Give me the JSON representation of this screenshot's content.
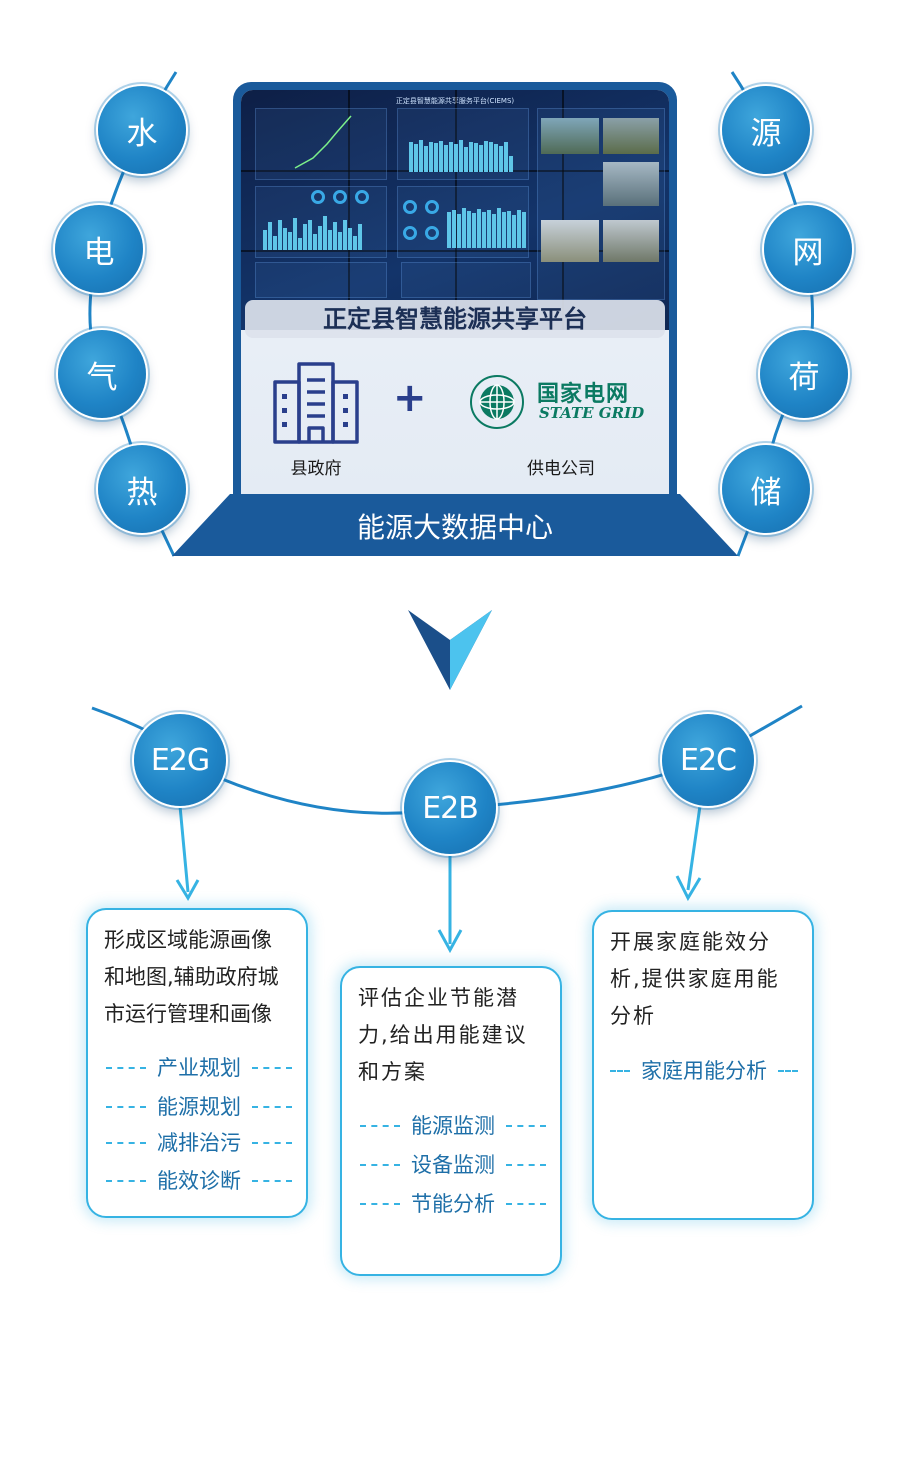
{
  "left_nodes": [
    "水",
    "电",
    "气",
    "热"
  ],
  "right_nodes": [
    "源",
    "网",
    "荷",
    "储"
  ],
  "platform": {
    "screen_title": "正定县智慧能源共享服务平台(CIEMS)",
    "banner": "正定县智慧能源共享平台",
    "plus": "+",
    "gov_label": "县政府",
    "grid_logo_cn": "国家电网",
    "grid_logo_en": "STATE GRID",
    "grid_label": "供电公司",
    "base_label": "能源大数据中心"
  },
  "services": [
    {
      "node": "E2G",
      "desc_lines": [
        "形成区域能源画像",
        "和地图,辅助政府城",
        "市运行管理和画像"
      ],
      "tags": [
        "产业规划",
        "能源规划",
        "减排治污",
        "能效诊断"
      ]
    },
    {
      "node": "E2B",
      "desc_lines": [
        "评估企业节能潜",
        "力,给出用能建议",
        "和方案"
      ],
      "tags": [
        "能源监测",
        "设备监测",
        "节能分析"
      ]
    },
    {
      "node": "E2C",
      "desc_lines": [
        "开展家庭能效分",
        "析,提供家庭用能",
        "分析"
      ],
      "tags": [
        "家庭用能分析"
      ]
    }
  ],
  "colors": {
    "node_blue": "#1f84c6",
    "dark_navy": "#1a5a9b",
    "card_border": "#36b3e3",
    "logo_green": "#0b7a62"
  }
}
